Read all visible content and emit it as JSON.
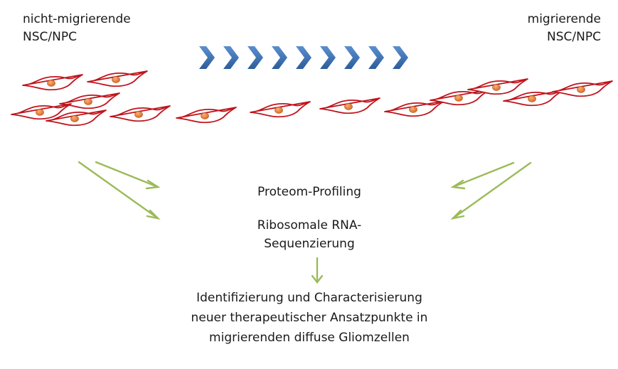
{
  "labels": {
    "left_line1": "nicht-migrierende",
    "left_line2": "NSC/NPC",
    "right_line1": "migrierende",
    "right_line2": "NSC/NPC"
  },
  "methods": {
    "proteom": "Proteom-Profiling",
    "ribo_line1": "Ribosomale RNA-",
    "ribo_line2": "Sequenzierung"
  },
  "result": {
    "line1": "Identifizierung und Characterisierung",
    "line2": "neuer therapeutischer Ansatzpunkte in",
    "line3": "migrierenden diffuse Gliomzellen"
  },
  "colors": {
    "cell_outline": "#c0141c",
    "nucleus_fill": "#e87a2c",
    "chevron": "#3a6ea8",
    "arrow": "#9bbb59"
  }
}
